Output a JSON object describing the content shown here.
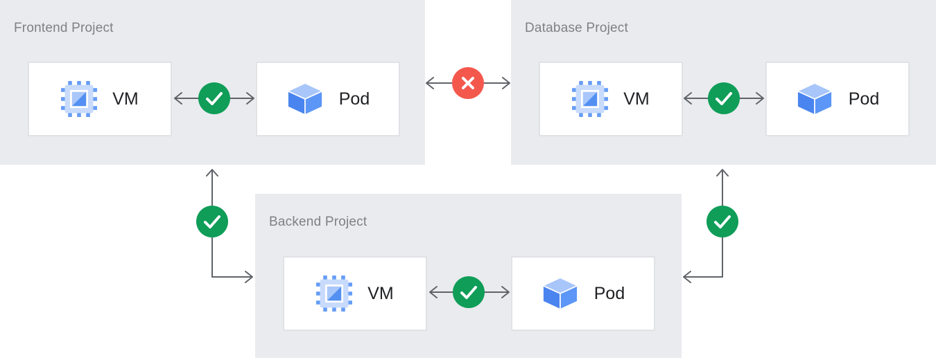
{
  "diagram": {
    "projects": [
      {
        "title": "Frontend Project",
        "nodes": [
          {
            "label": "VM",
            "icon": "compute-engine-icon"
          },
          {
            "label": "Pod",
            "icon": "pod-cube-icon"
          }
        ],
        "internal_connection": {
          "status": "allowed",
          "icon": "check-icon"
        }
      },
      {
        "title": "Database Project",
        "nodes": [
          {
            "label": "VM",
            "icon": "compute-engine-icon"
          },
          {
            "label": "Pod",
            "icon": "pod-cube-icon"
          }
        ],
        "internal_connection": {
          "status": "allowed",
          "icon": "check-icon"
        }
      },
      {
        "title": "Backend Project",
        "nodes": [
          {
            "label": "VM",
            "icon": "compute-engine-icon"
          },
          {
            "label": "Pod",
            "icon": "pod-cube-icon"
          }
        ],
        "internal_connection": {
          "status": "allowed",
          "icon": "check-icon"
        }
      }
    ],
    "cross_project_connections": [
      {
        "from": "Frontend Project",
        "to": "Database Project",
        "status": "blocked",
        "icon": "cross-icon"
      },
      {
        "from": "Frontend Project",
        "to": "Backend Project",
        "status": "allowed",
        "icon": "check-icon"
      },
      {
        "from": "Database Project",
        "to": "Backend Project",
        "status": "allowed",
        "icon": "check-icon"
      }
    ],
    "colors": {
      "panel_background": "#e9ebee",
      "node_background": "#ffffff",
      "node_border": "#e0e2e6",
      "arrow": "#5f6368",
      "allowed_badge": "#0f9d58",
      "blocked_badge": "#f4584d",
      "icon_blue": "#4285f4",
      "icon_medium_blue": "#5e97f6",
      "icon_light_blue": "#a9c7fa",
      "title_text": "#7d8185",
      "label_text": "#202124"
    }
  }
}
